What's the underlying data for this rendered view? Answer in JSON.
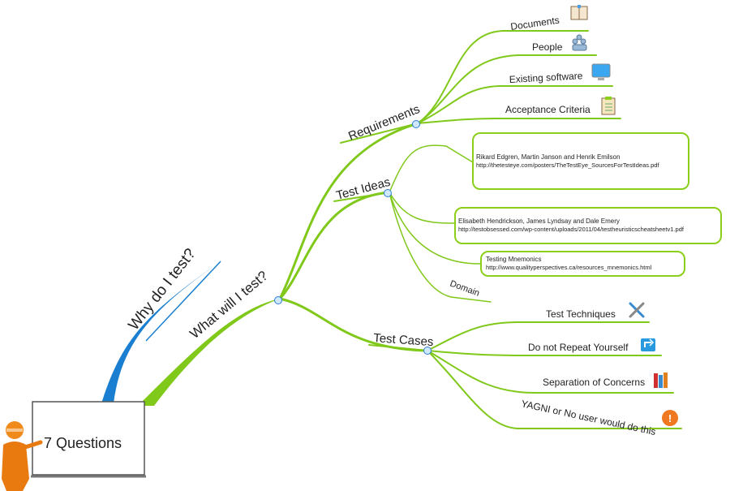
{
  "root": {
    "label": "7 Questions"
  },
  "branches": {
    "why": {
      "label": "Why do I test?",
      "color": "#1a7fd0"
    },
    "what": {
      "label": "What will I test?",
      "color": "#80c81a"
    }
  },
  "requirements": {
    "label": "Requirements",
    "children": [
      {
        "label": "Documents",
        "icon": "book-icon"
      },
      {
        "label": "People",
        "icon": "people-icon"
      },
      {
        "label": "Existing software",
        "icon": "monitor-icon"
      },
      {
        "label": "Acceptance Criteria",
        "icon": "clipboard-icon"
      }
    ]
  },
  "test_ideas": {
    "label": "Test Ideas",
    "notes": [
      {
        "title": "Rikard Edgren, Martin Janson and Henrik Emilson",
        "url": "http://thetesteye.com/posters/TheTestEye_SourcesForTestIdeas.pdf"
      },
      {
        "title": "Elisabeth Hendrickson, James Lyndsay and Dale Emery",
        "url": "http://testobsessed.com/wp-content/uploads/2011/04/testheuristicscheatsheetv1.pdf"
      },
      {
        "title": "Testing Mnemonics",
        "url": "http://www.qualityperspectives.ca/resources_mnemonics.html"
      }
    ],
    "domain": "Domain"
  },
  "test_cases": {
    "label": "Test Cases",
    "children": [
      {
        "label": "Test Techniques",
        "icon": "tools-icon"
      },
      {
        "label": "Do not Repeat Yourself",
        "icon": "repeat-arrow-icon"
      },
      {
        "label": "Separation of Concerns",
        "icon": "books-icon"
      },
      {
        "label": "YAGNI or No user would do this",
        "icon": "warning-icon"
      }
    ]
  }
}
